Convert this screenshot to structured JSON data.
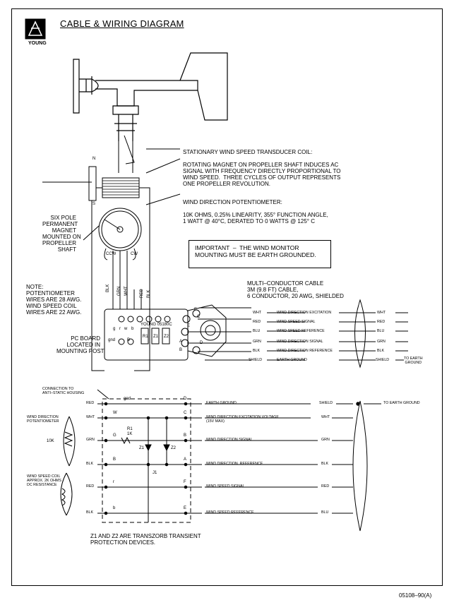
{
  "title": "CABLE & WIRING DIAGRAM",
  "logo": {
    "text": "YOUNG"
  },
  "transducer_text": "STATIONARY WIND SPEED TRANSDUCER COIL:\n\nROTATING MAGNET ON PROPELLER SHAFT INDUCES AC\nSIGNAL WITH FREQUENCY DIRECTLY PROPORTIONAL TO\nWIND SPEED.  THREE CYCLES OF OUTPUT REPRESENTS\nONE PROPELLER REVOLUTION.",
  "potentiometer_text": "WIND DIRECTION POTENTIOMETER:\n\n10K OHMS, 0.25% LINEARITY, 355° FUNCTION ANGLE,\n1 WATT @ 40°C, DERATED TO 0 WATTS @ 125° C",
  "important_text": "IMPORTANT  –  THE WIND MONITOR\nMOUNTING MUST BE EARTH GROUNDED.",
  "magnet_text": "SIX POLE\nPERMANENT\nMAGNET\nMOUNTED ON\nPROPELLER\nSHAFT",
  "magnet_poles": {
    "n": "N",
    "s": "S"
  },
  "rotation": {
    "ccw": "CCW",
    "cw": "CW"
  },
  "note_text": "NOTE:\nPOTENTIOMETER\nWIRES ARE 28 AWG.\nWIND SPEED COIL\nWIRES ARE 22 AWG.",
  "pcboard_text": "PC BOARD\nLOCATED IN\nMOUNTING POST",
  "board_label": "YOUNG 05180C",
  "board_components": [
    "R1",
    "Z1",
    "Z2"
  ],
  "board_small_labels": {
    "gnd": "gnd",
    "w": "w",
    "b": "b",
    "r": "r",
    "g": "g",
    "B": "B"
  },
  "wire_vertical_labels": [
    "BLK",
    "GRN",
    "WHT",
    "RED",
    "BLK"
  ],
  "cable_text": "MULTI–CONDUCTOR CABLE\n3M (9.8 FT) CABLE,\n6 CONDUCTOR, 20 AWG, SHIELDED",
  "cable_rows": [
    {
      "term": "C",
      "left": "WHT",
      "signal": "WIND DIRECTION EXCITATION",
      "right": "WHT"
    },
    {
      "term": "E",
      "left": "RED",
      "signal": "WIND SPEED SIGNAL",
      "right": "RED"
    },
    {
      "term": "F",
      "left": "BLU",
      "signal": "WIND SPEED REFERENCE",
      "right": "BLU"
    },
    {
      "term": "A",
      "left": "GRN",
      "signal": "WIND DIRECTION SIGNAL",
      "right": "GRN"
    },
    {
      "term": "B",
      "left": "BLK",
      "signal": "WIND DIRECTION REFERENCE",
      "right": "BLK"
    },
    {
      "term": "D",
      "left": "SHIELD",
      "signal": "EARTH GROUND",
      "right": "SHIELD"
    }
  ],
  "cable_earth_text": "TO EARTH\nGROUND",
  "schematic": {
    "antistatic": "CONNECTION TO\nANTI–STATIC HOUSING",
    "pot_label": "WIND DIRECTION\nPOTENTIOMETER",
    "pot_value": "10K",
    "coil_label": "WIND SPEED COIL\nAPPROX. 2K OHMS\nDC RESISTANCE",
    "r1_label": "R1\n1K",
    "z1": "Z1",
    "z2": "Z2",
    "j1": "J1",
    "rows": [
      {
        "wire": "RED",
        "node": "gnd",
        "term": "D",
        "signal": "EARTH GROUND",
        "cable": "SHIELD",
        "end": "TO EARTH GROUND"
      },
      {
        "wire": "WHT",
        "node": "W",
        "term": "C",
        "signal": "WIND DIRECTION EXCITATION VOLTAGE\n(15V MAX)",
        "cable": "WHT",
        "end": ""
      },
      {
        "wire": "GRN",
        "node": "G",
        "term": "B",
        "signal": "WIND DIRECTION SIGNAL",
        "cable": "GRN",
        "end": ""
      },
      {
        "wire": "BLK",
        "node": "B",
        "term": "A",
        "signal": "WIND DIRECTION  REFERENCE",
        "cable": "BLK",
        "end": ""
      },
      {
        "wire": "RED",
        "node": "r",
        "term": "F",
        "signal": "WIND SPEED SIGNAL",
        "cable": "RED",
        "end": ""
      },
      {
        "wire": "BLK",
        "node": "b",
        "term": "E",
        "signal": "WIND SPEED REFERENCE",
        "cable": "BLU",
        "end": ""
      }
    ]
  },
  "footnote": "Z1 AND Z2 ARE TRANSZORB TRANSIENT\nPROTECTION DEVICES.",
  "doc_number": "05108–90(A)"
}
